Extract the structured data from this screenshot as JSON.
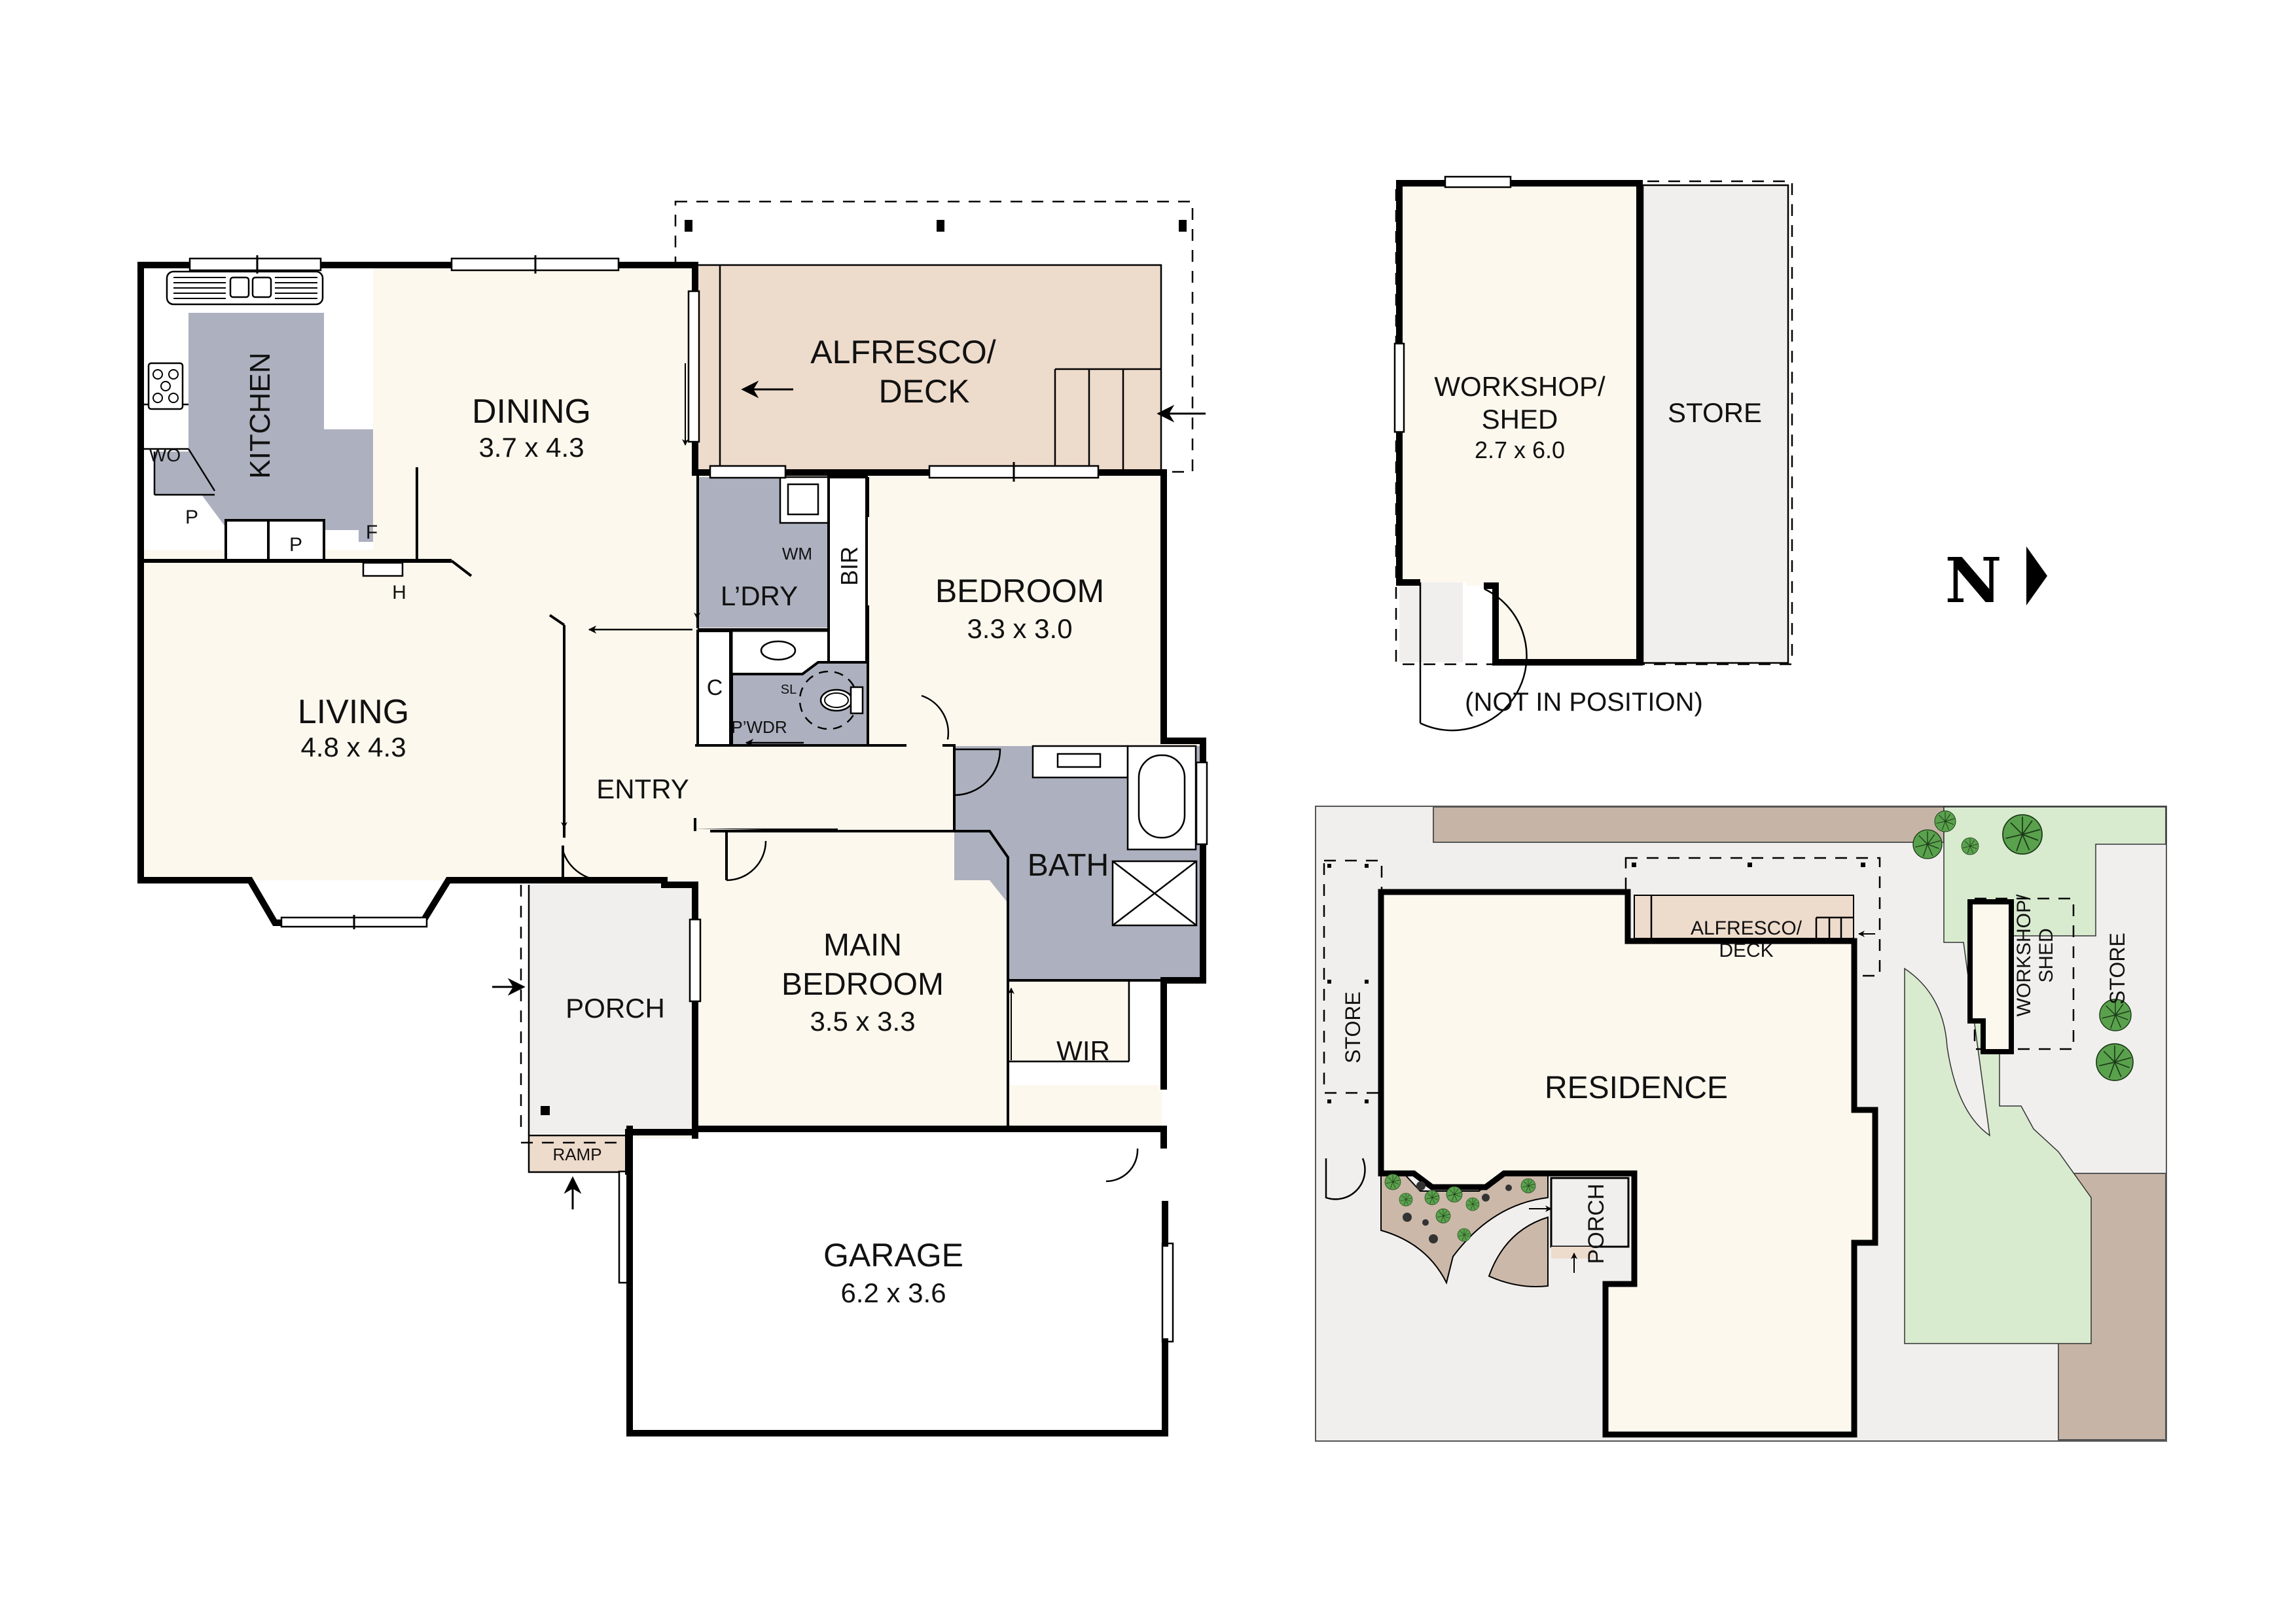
{
  "colors": {
    "floor": "#fdf8ee",
    "wet_area": "#adb0be",
    "deck": "#eddbcc",
    "porch": "#f0efee",
    "grass": "#d9ebcf",
    "garden_bed": "#cbb8a8",
    "fence_bed": "#c6b5a6",
    "paving": "#f0efee",
    "tree": "#5aa14d",
    "wall": "#000000"
  },
  "floor_plan": {
    "rooms": [
      {
        "id": "kitchen",
        "name": "KITCHEN",
        "size": ""
      },
      {
        "id": "dining",
        "name": "DINING",
        "size": "3.7 x 4.3"
      },
      {
        "id": "living",
        "name": "LIVING",
        "size": "4.8 x 4.3"
      },
      {
        "id": "alfresco",
        "name": "ALFRESCO/",
        "name2": "DECK",
        "size": ""
      },
      {
        "id": "laundry",
        "name": "L’DRY",
        "size": ""
      },
      {
        "id": "bedroom",
        "name": "BEDROOM",
        "size": "3.3 x 3.0"
      },
      {
        "id": "entry",
        "name": "ENTRY",
        "size": ""
      },
      {
        "id": "bath",
        "name": "BATH",
        "size": ""
      },
      {
        "id": "main_bedroom",
        "name": "MAIN",
        "name2": "BEDROOM",
        "size": "3.5 x 3.3"
      },
      {
        "id": "porch",
        "name": "PORCH",
        "size": ""
      },
      {
        "id": "wir",
        "name": "WIR",
        "size": ""
      },
      {
        "id": "garage",
        "name": "GARAGE",
        "size": "6.2 x 3.6"
      },
      {
        "id": "ramp",
        "name": "RAMP",
        "size": ""
      }
    ],
    "fixtures": {
      "wall_oven": "WO",
      "pantry_1": "P",
      "pantry_2": "P",
      "fridge": "F",
      "hotplate": "H",
      "washing_machine": "WM",
      "built_in_robe": "BIR",
      "cupboard": "C",
      "sliding_door": "SL",
      "powder_room": "P’WDR"
    }
  },
  "outbuilding": {
    "workshop": {
      "name": "WORKSHOP/",
      "name2": "SHED",
      "size": "2.7 x 6.0"
    },
    "store": "STORE",
    "note": "(NOT IN POSITION)"
  },
  "compass": {
    "label": "N",
    "direction": "right"
  },
  "site_plan": {
    "residence": "RESIDENCE",
    "alfresco": "ALFRESCO/",
    "alfresco2": "DECK",
    "porch": "PORCH",
    "store_left": "STORE",
    "workshop": "WORKSHOP/",
    "workshop2": "SHED",
    "store_right": "STORE"
  }
}
